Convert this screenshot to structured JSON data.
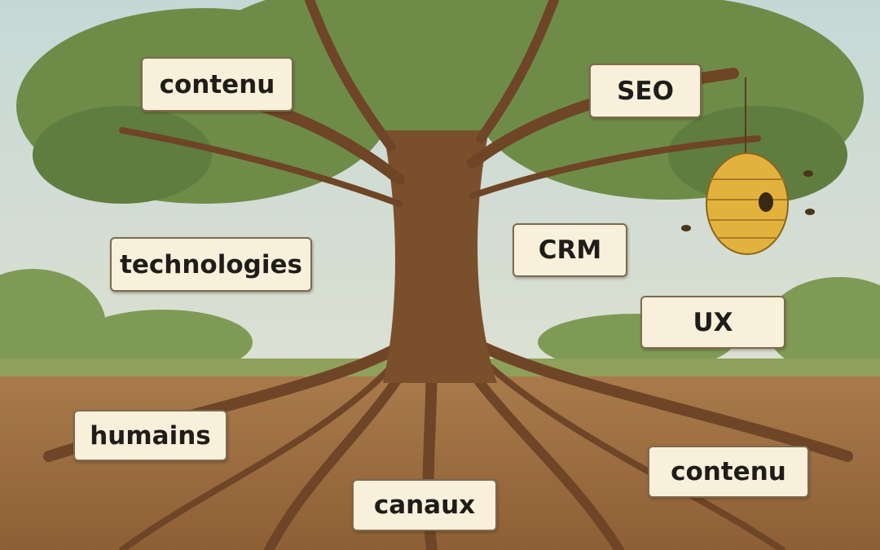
{
  "labels": {
    "canopy_left": "contenu",
    "canopy_right": "SEO",
    "trunk_left": "technologies",
    "trunk_right": "CRM",
    "trunk_right_low": "UX",
    "root_left": "humains",
    "root_center": "canaux",
    "root_right": "contenu"
  },
  "colors": {
    "sky": "#d3e0da",
    "foliage": "#6e8c48",
    "trunk": "#7a4f2c",
    "ground": "#9c6b3d",
    "label_bg": "#f8f0da",
    "hive": "#e3b23c"
  }
}
